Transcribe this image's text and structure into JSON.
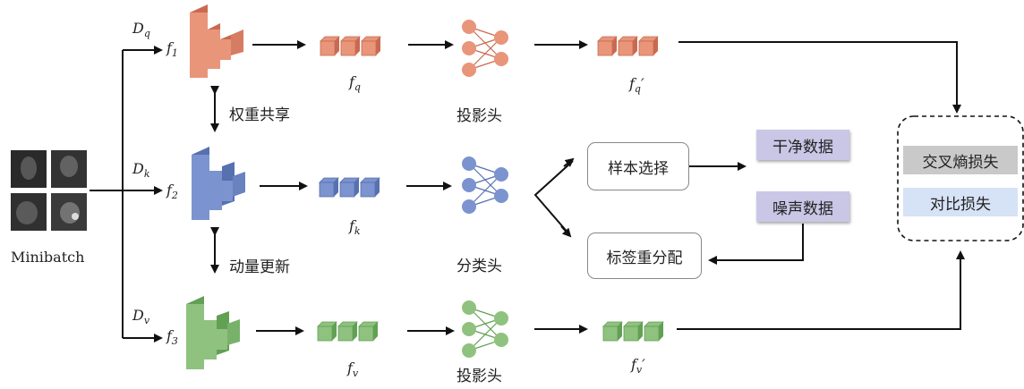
{
  "input": {
    "label": "Minibatch"
  },
  "branches": {
    "query": {
      "dataset_var": "D",
      "dataset_sub": "q",
      "encoder_var": "f",
      "encoder_sub": "1",
      "feature_var": "f",
      "feature_sub": "q",
      "head_label": "投影头",
      "output_var": "f",
      "output_sub": "q",
      "output_prime": "′"
    },
    "key": {
      "dataset_var": "D",
      "dataset_sub": "k",
      "encoder_var": "f",
      "encoder_sub": "2",
      "feature_var": "f",
      "feature_sub": "k",
      "head_label": "分类头"
    },
    "value": {
      "dataset_var": "D",
      "dataset_sub": "v",
      "encoder_var": "f",
      "encoder_sub": "3",
      "feature_var": "f",
      "feature_sub": "v",
      "head_label": "投影头",
      "output_var": "f",
      "output_sub": "v",
      "output_prime": "′"
    }
  },
  "relations": {
    "weight_sharing": "权重共享",
    "momentum_update": "动量更新"
  },
  "selection": {
    "sample_selection": "样本选择",
    "clean_data": "干净数据",
    "noisy_data": "噪声数据",
    "label_reassignment": "标签重分配"
  },
  "losses": {
    "cross_entropy": "交叉熵损失",
    "contrastive": "对比损失"
  },
  "colors": {
    "query": "#e8957a",
    "query_dark": "#c96a50",
    "key": "#7b93cf",
    "key_dark": "#5670b0",
    "value": "#8fc27f",
    "value_dark": "#62a054",
    "clean_bg": "#c9c6e6",
    "noisy_bg": "#c9c6e6",
    "ce_bg": "#c9c9c9",
    "contrastive_bg": "#d6e2f5"
  }
}
